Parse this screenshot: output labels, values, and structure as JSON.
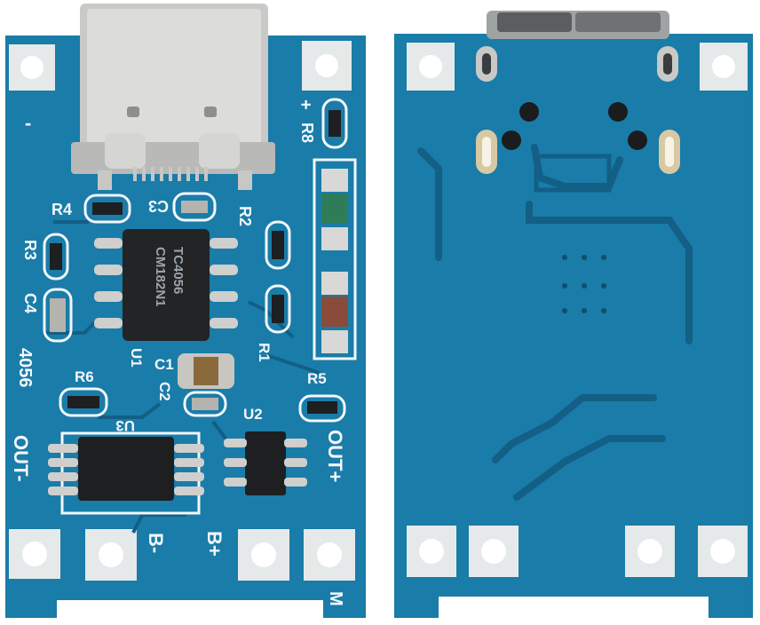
{
  "photo": {
    "colors": {
      "pcb": "#1a7ca8",
      "pcb_dark": "#135f86",
      "trace": "#0f5a80",
      "silkscreen": "#f2f7fb",
      "pad": "#e6e9ea",
      "hole": "#ffffff",
      "connector": "#c9c9c7",
      "ic": "#222426",
      "background": "#ffffff"
    },
    "front_board": {
      "labels": {
        "minus": "-",
        "plus": "+",
        "r8": "R8",
        "r4": "R4",
        "c3": "C3",
        "r2": "R2",
        "r3": "R3",
        "c4": "C4",
        "ic_marking_1": "TC4056",
        "ic_marking_2": "CM182N1",
        "model": "4056",
        "u1": "U1",
        "c1": "C1",
        "c2": "C2",
        "r1": "R1",
        "r6": "R6",
        "u3": "U3",
        "u2": "U2",
        "r5": "R5",
        "out_minus": "OUT-",
        "out_plus": "OUT+",
        "b_minus": "B-",
        "b_plus": "B+",
        "m": "M"
      },
      "icons": [
        "usb-c-connector-icon",
        "led-icon",
        "chip-icon",
        "capacitor-icon",
        "resistor-icon"
      ]
    },
    "back_board": {
      "icons": [
        "via-icon",
        "trace-icon",
        "pad-icon"
      ]
    }
  }
}
